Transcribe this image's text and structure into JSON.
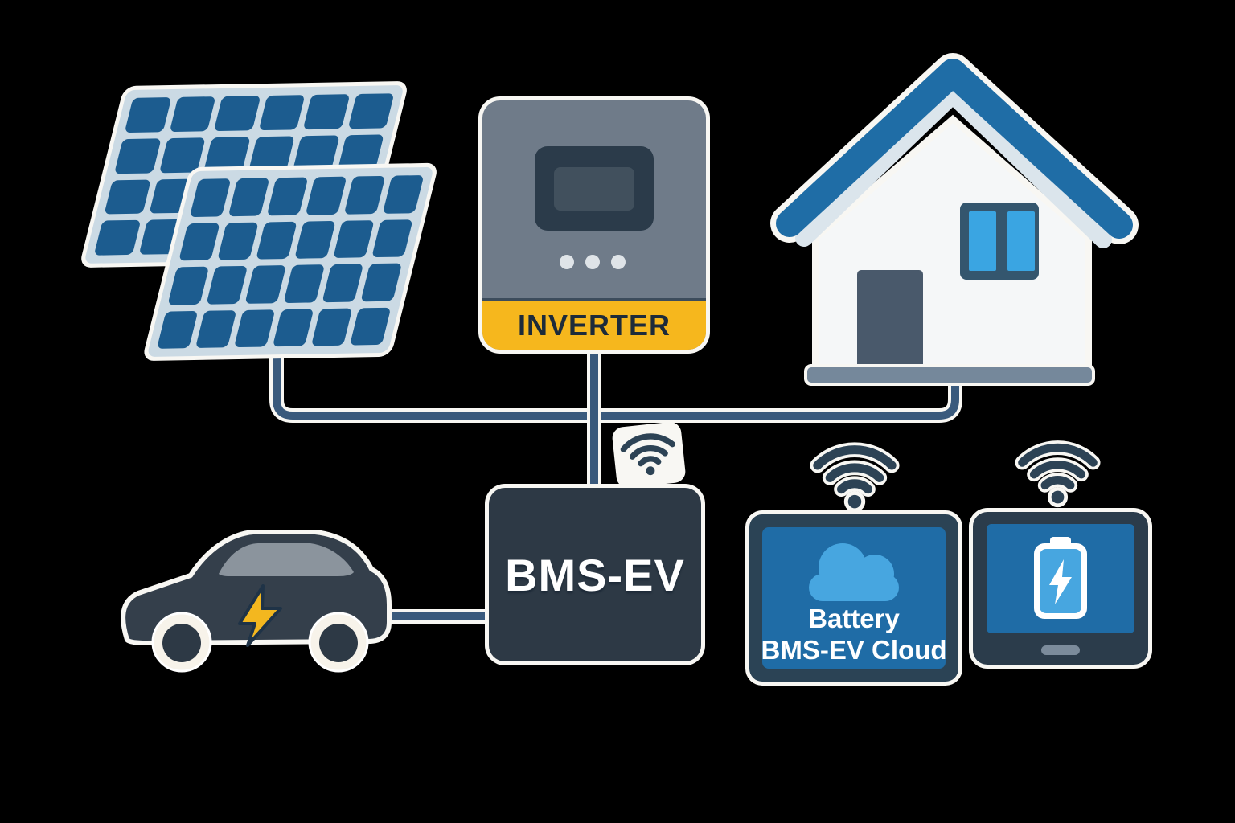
{
  "labels": {
    "inverter": "INVERTER",
    "bms": "BMS-EV",
    "cloud_line1": "Battery",
    "cloud_line2": "BMS-EV Cloud"
  },
  "icons": {
    "solar": "solar-panel-icon",
    "inverter": "inverter-icon",
    "house": "house-icon",
    "car": "electric-car-icon",
    "wifi": "wifi-icon",
    "cloud": "cloud-icon",
    "battery": "battery-charging-icon",
    "bolt": "lightning-bolt-icon"
  },
  "colors": {
    "background": "#000000",
    "halo": "#f8f7f3",
    "wire": "#3a5a7c",
    "panel_frame": "#cbdae4",
    "panel_cell": "#1c5c8f",
    "inverter_body": "#6f7b89",
    "inverter_screen": "#2b3b4a",
    "accent_yellow": "#f6b71d",
    "roof_blue": "#1f6da6",
    "wall_white": "#f5f7f8",
    "dark_slate": "#2d3945",
    "screen_blue": "#1f6ca6",
    "sky_blue": "#47a6e0",
    "label_dark": "#1d2b3a",
    "label_light": "#ffffff"
  }
}
